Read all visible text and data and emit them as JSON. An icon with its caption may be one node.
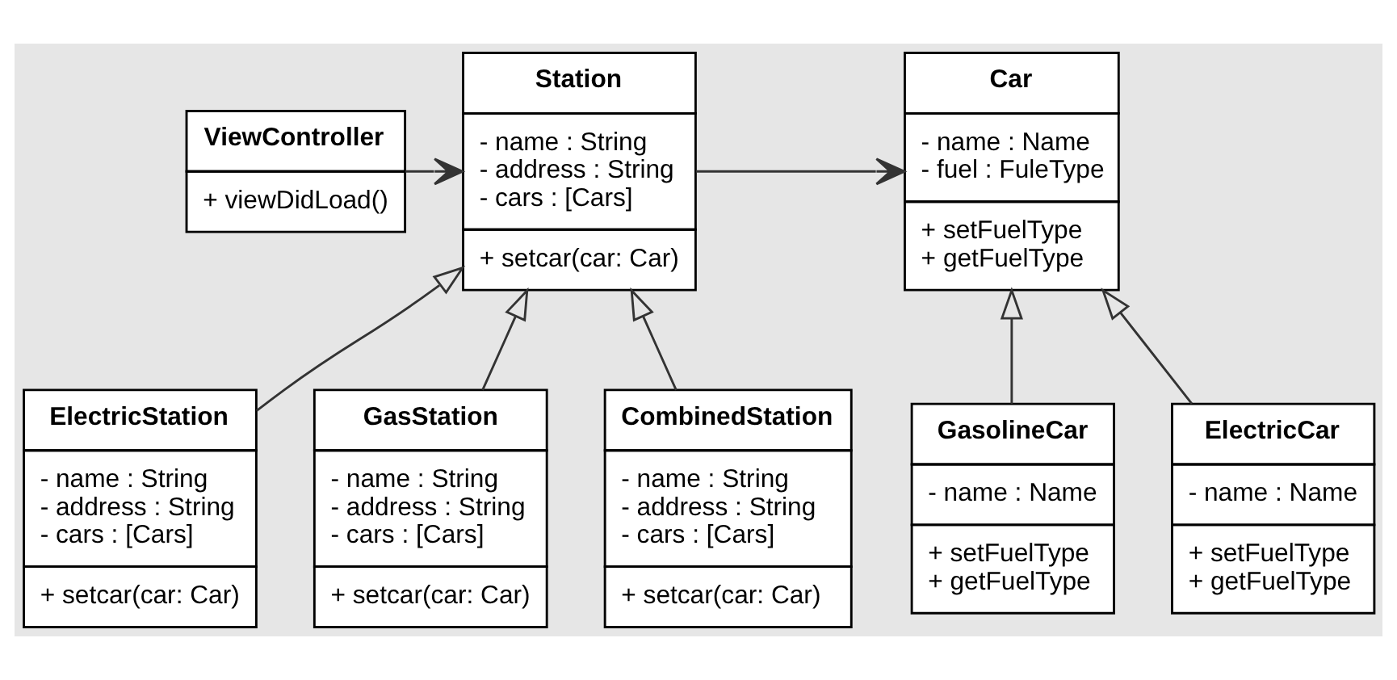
{
  "diagram": {
    "nodes": [
      {
        "text": [
          "ViewController",
          "+ viewDidLoad()"
        ]
      },
      {
        "text": [
          "Station",
          "- name : String",
          "- address : String",
          "- cars : [Cars]",
          "+ setcar(car: Car)"
        ]
      },
      {
        "text": [
          "Car",
          "- name : Name",
          "- fuel : FuleType",
          "+ setFuelType",
          "+ getFuelType"
        ]
      },
      {
        "text": [
          "ElectricStation",
          "- name : String",
          "- address : String",
          "- cars : [Cars]",
          "+ setcar(car: Car)"
        ]
      },
      {
        "text": [
          "GasStation",
          "- name : String",
          "- address : String",
          "- cars : [Cars]",
          "+ setcar(car: Car)"
        ]
      },
      {
        "text": [
          "CombinedStation",
          "- name : String",
          "- address : String",
          "- cars : [Cars]",
          "+ setcar(car: Car)"
        ]
      },
      {
        "text": [
          "GasolineCar",
          "- name : Name",
          "+ setFuelType",
          "+ getFuelType"
        ]
      },
      {
        "text": [
          "ElectricCar",
          "- name : Name",
          "+ setFuelType",
          "+ getFuelType"
        ]
      }
    ],
    "edges": [
      {
        "from": 0,
        "to": 1,
        "arrow": "to"
      },
      {
        "from": 1,
        "to": 2,
        "arrow": "to"
      },
      {
        "from": 3,
        "to": 1,
        "arrow": "to"
      },
      {
        "from": 4,
        "to": 1,
        "arrow": "to"
      },
      {
        "from": 5,
        "to": 1,
        "arrow": "to"
      },
      {
        "from": 6,
        "to": 2,
        "arrow": "to"
      },
      {
        "from": 7,
        "to": 2,
        "arrow": "to"
      }
    ]
  }
}
